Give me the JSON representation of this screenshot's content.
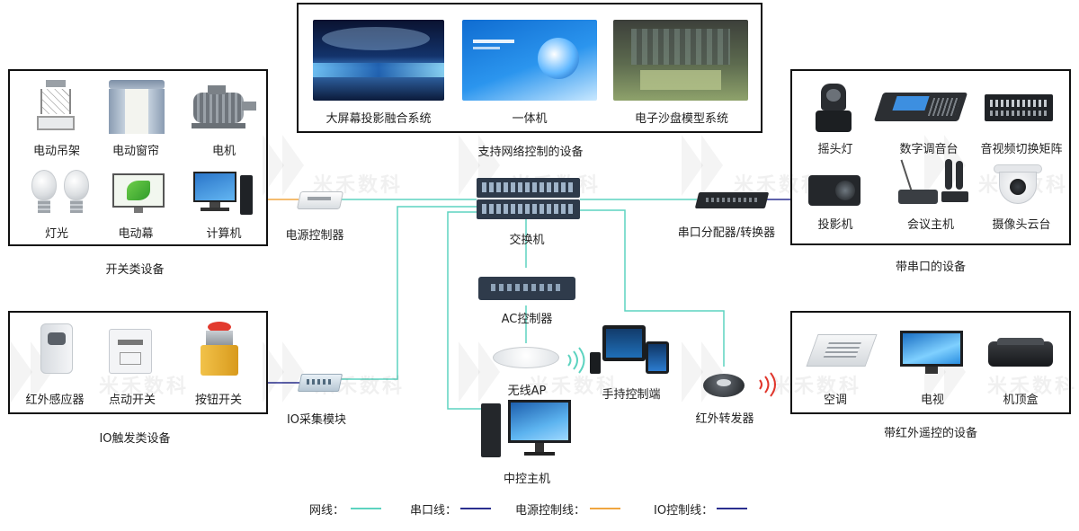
{
  "groups": {
    "network_devices": {
      "caption": "支持网络控制的设备",
      "items": [
        "大屏幕投影融合系统",
        "一体机",
        "电子沙盘模型系统"
      ]
    },
    "switch_devices": {
      "caption": "开关类设备",
      "items": [
        "电动吊架",
        "电动窗帘",
        "电机",
        "灯光",
        "电动幕",
        "计算机"
      ]
    },
    "serial_devices": {
      "caption": "带串口的设备",
      "items": [
        "摇头灯",
        "数字调音台",
        "音视频切换矩阵",
        "投影机",
        "会议主机",
        "摄像头云台"
      ]
    },
    "io_devices": {
      "caption": "IO触发类设备",
      "items": [
        "红外感应器",
        "点动开关",
        "按钮开关"
      ]
    },
    "ir_devices": {
      "caption": "带红外遥控的设备",
      "items": [
        "空调",
        "电视",
        "机顶盒"
      ]
    }
  },
  "nodes": {
    "power_controller": "电源控制器",
    "switch": "交换机",
    "serial_splitter": "串口分配器/转换器",
    "ac_controller": "AC控制器",
    "wireless_ap": "无线AP",
    "handheld_terminal": "手持控制端",
    "ir_transmitter": "红外转发器",
    "io_module": "IO采集模块",
    "central_host": "中控主机"
  },
  "legend": [
    {
      "label": "网线：",
      "color": "#5dd3c0"
    },
    {
      "label": "串口线：",
      "color": "#2a2f8f"
    },
    {
      "label": "电源控制线：",
      "color": "#f0a640"
    },
    {
      "label": "IO控制线：",
      "color": "#2a2f8f"
    }
  ],
  "watermark": "米禾数科",
  "colors": {
    "network": "#5dd3c0",
    "serial": "#2a2f8f",
    "power": "#f0a640",
    "io": "#2a2f8f"
  }
}
